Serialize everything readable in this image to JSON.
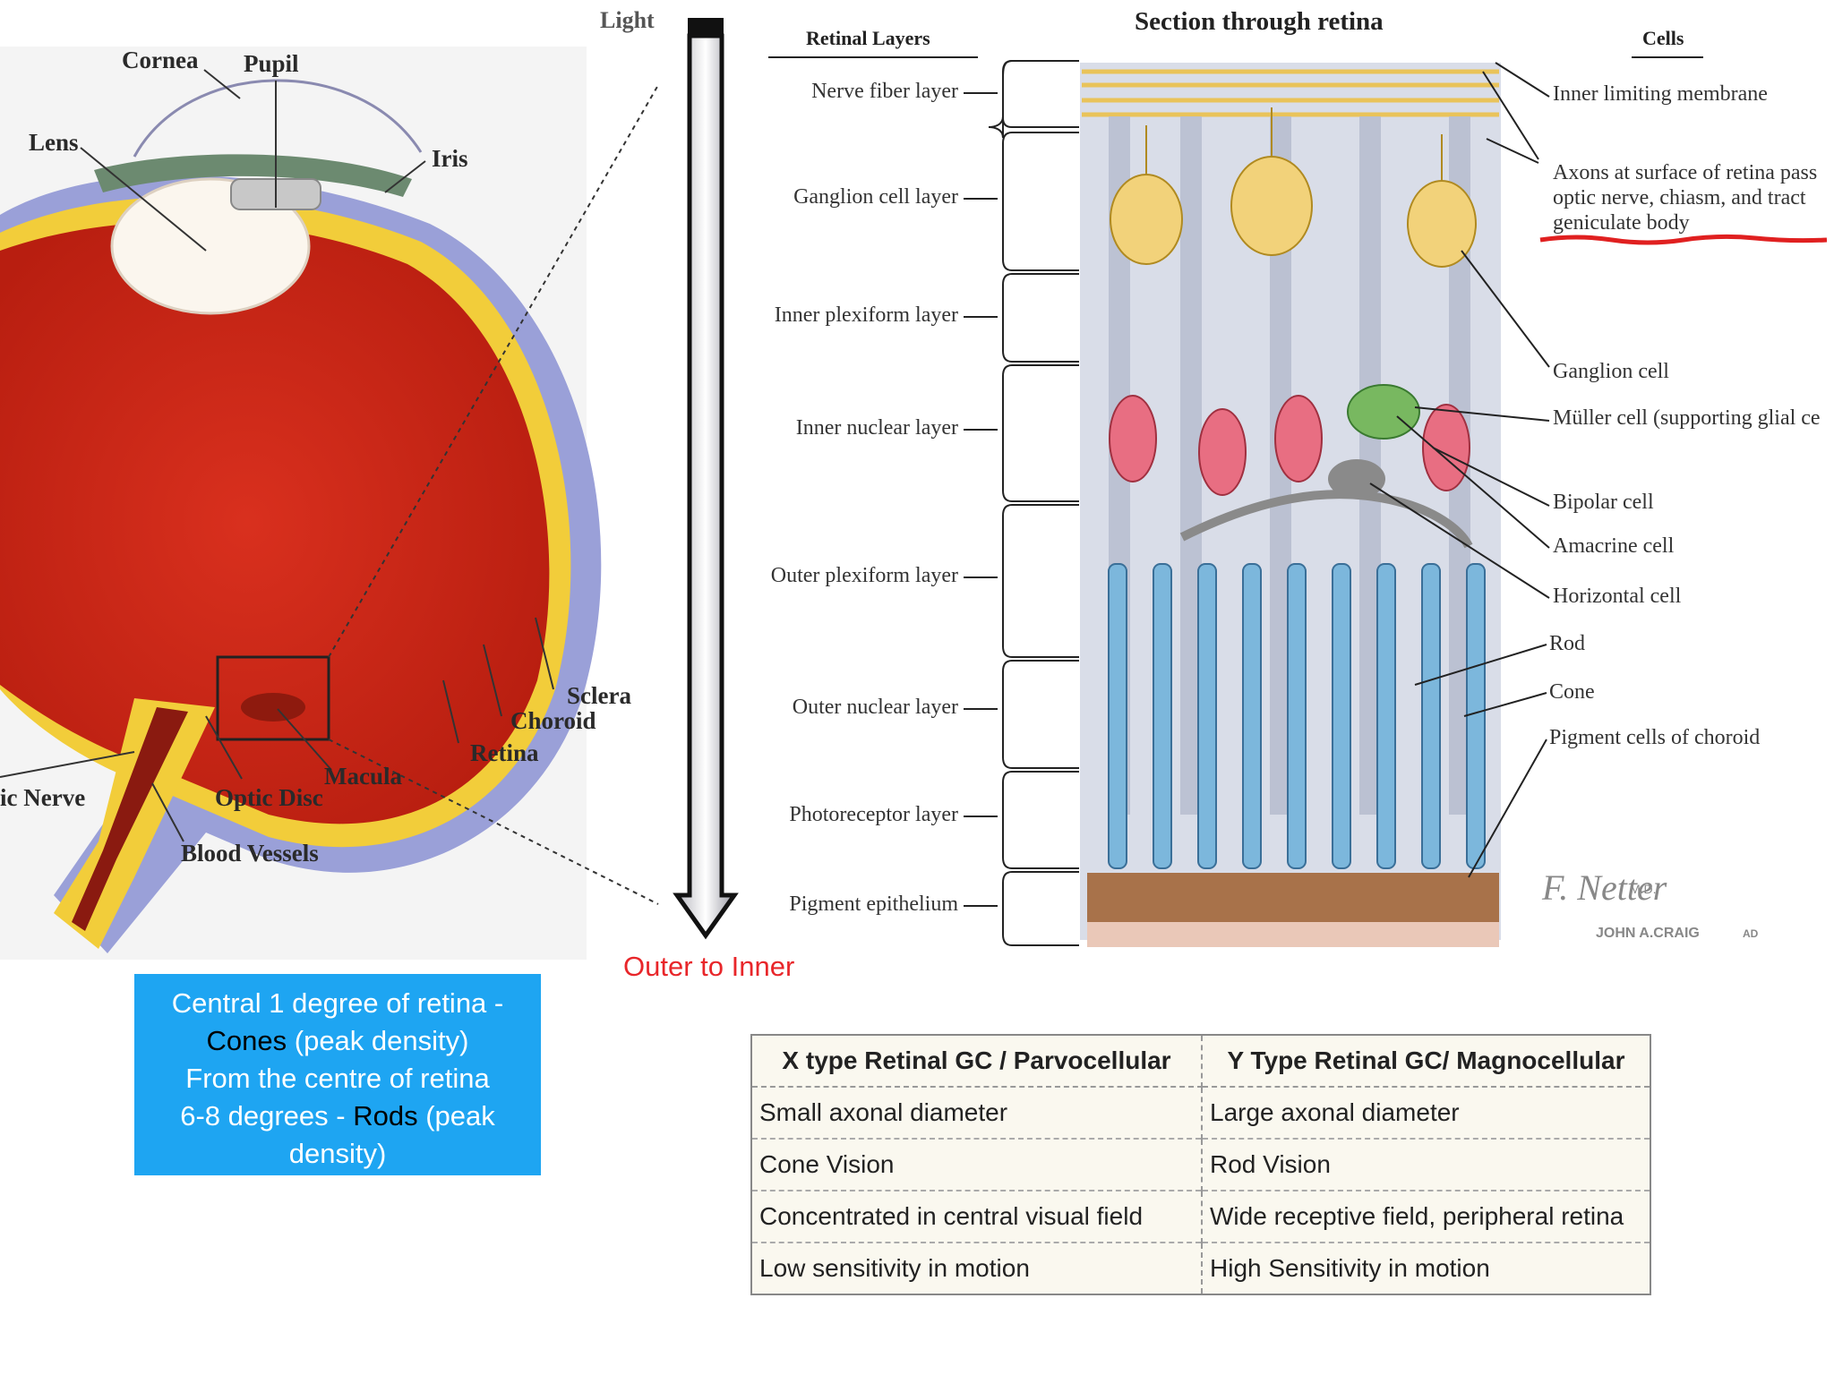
{
  "eye": {
    "labels": {
      "cornea": "Cornea",
      "pupil": "Pupil",
      "lens": "Lens",
      "iris": "Iris",
      "sclera": "Sclera",
      "choroid": "Choroid",
      "retina": "Retina",
      "macula": "Macula",
      "optic_nerve": "ic Nerve",
      "optic_disc": "Optic Disc",
      "blood_vessels": "Blood Vessels"
    }
  },
  "light_arrow": {
    "top_label": "Light",
    "bottom_label": "Outer to Inner"
  },
  "retina_section": {
    "title": "Section through retina",
    "layers_heading": "Retinal Layers",
    "cells_heading": "Cells",
    "layers": [
      "Nerve fiber layer",
      "Ganglion cell layer",
      "Inner plexiform layer",
      "Inner nuclear layer",
      "Outer plexiform layer",
      "Outer nuclear layer",
      "Photoreceptor layer",
      "Pigment epithelium"
    ],
    "cells": {
      "inner_limiting": "Inner limiting membrane",
      "axons_1": "Axons at surface of retina pass",
      "axons_2": "optic nerve, chiasm, and tract",
      "axons_3": "geniculate body",
      "ganglion": "Ganglion cell",
      "muller": "Müller cell (supporting glial ce",
      "bipolar": "Bipolar cell",
      "amacrine": "Amacrine cell",
      "horizontal": "Horizontal cell",
      "rod": "Rod",
      "cone": "Cone",
      "pigment": "Pigment cells of choroid"
    },
    "signature": {
      "line1": "F. Netter",
      "line2": "M.D.",
      "line3": "JOHN A.CRAIG",
      "line4": "AD"
    }
  },
  "info_box": {
    "line1": "Central 1 degree of retina -",
    "cones_word": "Cones",
    "line2_rest": " (peak density)",
    "line3": "From the centre of retina",
    "line4_pre": "6-8 degrees - ",
    "rods_word": "Rods",
    "line4_rest": " (peak",
    "line5": "density)"
  },
  "gc_table": {
    "headers": [
      "X type Retinal GC / Parvocellular",
      "Y Type Retinal GC/ Magnocellular"
    ],
    "rows": [
      [
        "Small axonal diameter",
        "Large axonal diameter"
      ],
      [
        "Cone Vision",
        "Rod Vision"
      ],
      [
        "Concentrated in central visual field",
        "Wide receptive field, peripheral retina"
      ],
      [
        "Low sensitivity in motion",
        "High Sensitivity in motion"
      ]
    ]
  }
}
